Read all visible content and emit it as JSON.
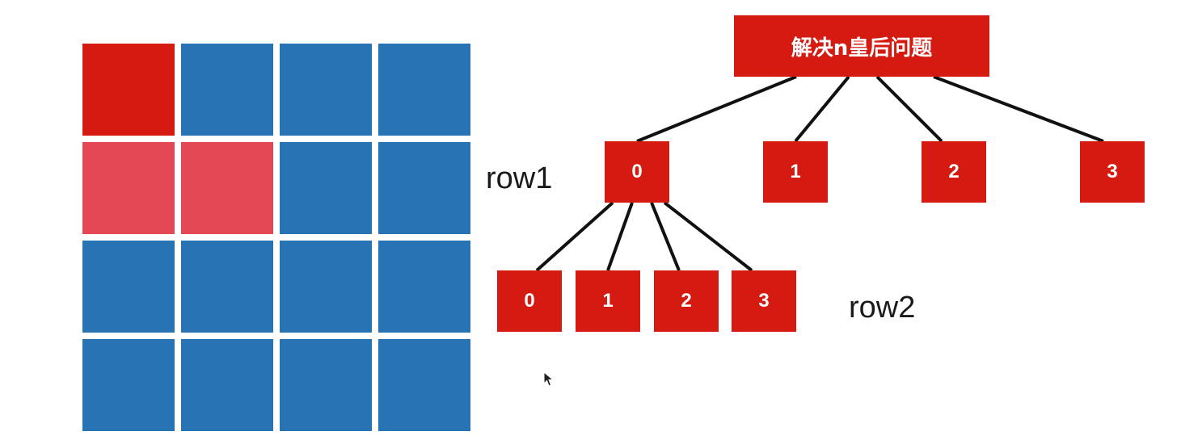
{
  "colors": {
    "queen": "#d51b11",
    "attacked": "#e44855",
    "empty": "#2773b3",
    "node": "#d51b11",
    "line": "#111111"
  },
  "board": {
    "rows": [
      [
        "queen",
        "empty",
        "empty",
        "empty"
      ],
      [
        "attacked",
        "attacked",
        "empty",
        "empty"
      ],
      [
        "empty",
        "empty",
        "empty",
        "empty"
      ],
      [
        "empty",
        "empty",
        "empty",
        "empty"
      ]
    ]
  },
  "tree": {
    "root": "解决n皇后问题",
    "level1": [
      "0",
      "1",
      "2",
      "3"
    ],
    "level2": [
      "0",
      "1",
      "2",
      "3"
    ]
  },
  "labels": {
    "row1": "row1",
    "row2": "row2"
  },
  "cursor_icon": "mouse-pointer-icon"
}
